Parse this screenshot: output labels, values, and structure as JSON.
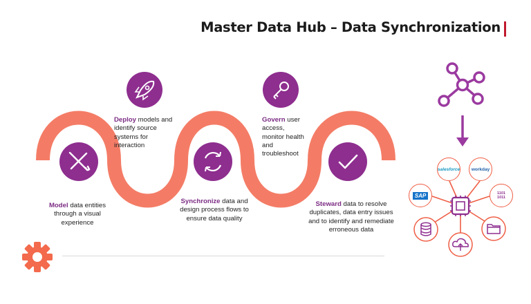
{
  "title": "Master Data Hub – Data Synchronization",
  "steps": [
    {
      "keyword": "Deploy",
      "rest": " models and identify source systems for interaction",
      "icon": "rocket-icon"
    },
    {
      "keyword": "Govern",
      "rest": " user access, monitor health and troubleshoot",
      "icon": "key-icon"
    },
    {
      "keyword": "Model",
      "rest": " data entities through a visual experience",
      "icon": "tools-icon"
    },
    {
      "keyword": "Synchronize",
      "rest": " data and design process flows to ensure data quality",
      "icon": "sync-icon"
    },
    {
      "keyword": "Steward",
      "rest": " data to resolve duplicates, data entry issues and to identify and remediate erroneous data",
      "icon": "checkmark-icon"
    }
  ],
  "integrations": {
    "salesforce": "salesforce",
    "workday": "workday",
    "sap": "SAP",
    "binary": "1101 1011"
  },
  "colors": {
    "accent_orange": "#f47c66",
    "purple": "#8e2e8f",
    "title_bar": "#c0192d"
  }
}
